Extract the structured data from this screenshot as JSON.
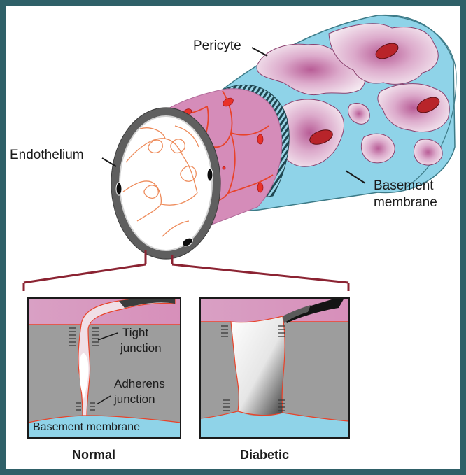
{
  "labels": {
    "pericyte": "Pericyte",
    "endothelium": "Endothelium",
    "basement_membrane_main": [
      "Basement",
      "membrane"
    ],
    "tight_junction": [
      "Tight",
      "junction"
    ],
    "adherens_junction": [
      "Adherens",
      "junction"
    ],
    "basement_membrane_panel": "Basement membrane"
  },
  "panels": {
    "normal": {
      "caption": "Normal"
    },
    "diabetic": {
      "caption": "Diabetic"
    }
  },
  "colors": {
    "frame": "#2f6068",
    "basement_membrane": "#8fd3e8",
    "endothelium_pink": "#d58cb9",
    "pericyte_cell": "#e8c9dc",
    "nucleus": "#b8242a",
    "cell_border": "#e8432a",
    "tissue_gray": "#9d9d9d",
    "vessel_wall": "#7d7d7d"
  },
  "icons": {
    "nucleus": "red-oval-nucleus-icon",
    "junction_marks": "junction-tick-marks-icon"
  }
}
